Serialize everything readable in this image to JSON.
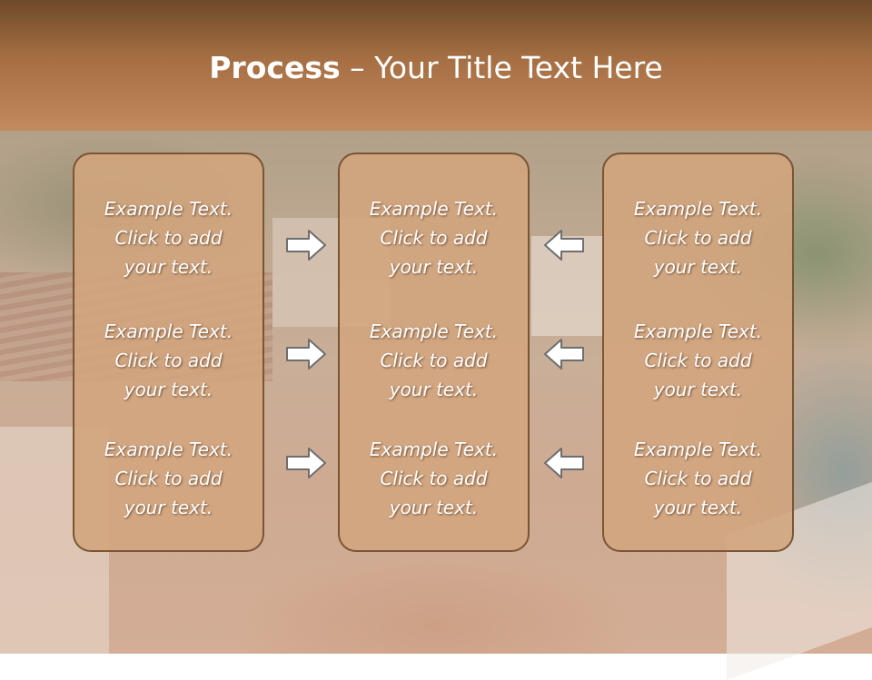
{
  "title": {
    "bold": "Process",
    "rest": " – Your Title Text Here"
  },
  "columns": [
    {
      "items": [
        "Example Text.\nClick  to add\nyour text.",
        "Example Text.\nClick  to add\nyour text.",
        "Example Text.\nClick  to add\nyour text."
      ]
    },
    {
      "items": [
        "Example Text.\nClick  to add\nyour text.",
        "Example Text.\nClick  to add\nyour text.",
        "Example Text.\nClick  to add\nyour text."
      ]
    },
    {
      "items": [
        "Example Text.\nClick  to add\nyour text.",
        "Example Text.\nClick  to add\nyour text.",
        "Example Text.\nClick  to add\nyour text."
      ]
    }
  ],
  "connectors": {
    "left_to_middle": [
      "arrow-right-icon",
      "arrow-right-icon",
      "arrow-right-icon"
    ],
    "right_to_middle": [
      "arrow-left-icon",
      "arrow-left-icon",
      "arrow-left-icon"
    ]
  },
  "colors": {
    "title_bar": "#a66f43",
    "panel_fill": "#d2a57d",
    "panel_border": "#7a5533",
    "text": "#ffffff"
  }
}
